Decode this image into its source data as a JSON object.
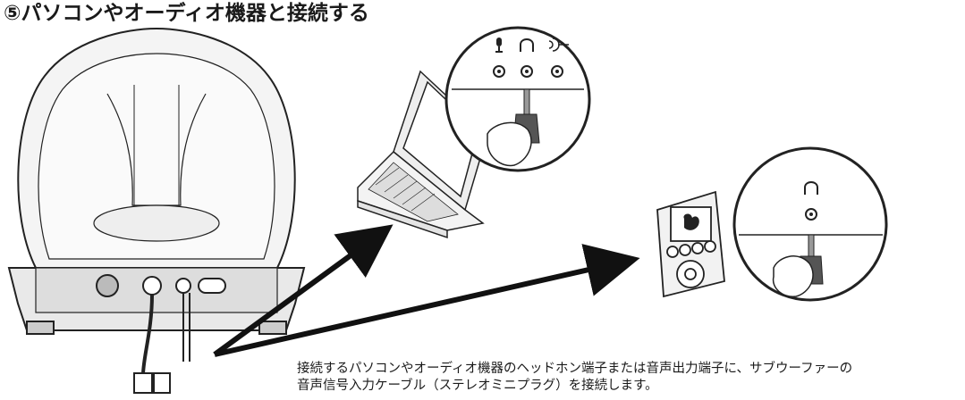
{
  "heading": "⑤パソコンやオーディオ機器と接続する",
  "caption": {
    "line1": "接続するパソコンやオーディオ機器のヘッドホン端子または音声出力端子に、サブウーファーの",
    "line2": "音声信号入力ケーブル（ステレオミニプラグ）を接続します。"
  },
  "icons": [
    "microphone-icon",
    "headphone-icon",
    "line-out-icon",
    "headphone-icon",
    "apple-logo-icon"
  ]
}
